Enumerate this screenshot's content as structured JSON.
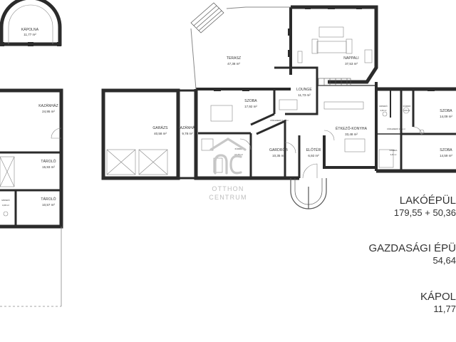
{
  "colors": {
    "wall": "#2b2b2b",
    "text": "#333333",
    "logo": "#c8c8c8",
    "fixture": "#888888"
  },
  "rooms": {
    "kapolna": {
      "name": "KÁPOLNA",
      "area": "11,77 m²"
    },
    "kazanhaz_left": {
      "name": "KAZÁNHÁZ",
      "area": "24,95 m²"
    },
    "tarolo_a": {
      "name": "TÁROLÓ",
      "area": "15,93 m²"
    },
    "tarolo_b": {
      "name": "TÁROLÓ",
      "area": "10,57 m²"
    },
    "mosdo": {
      "name": "MOSDÓ",
      "area": "4,08 m²"
    },
    "terasz": {
      "name": "TERASZ",
      "area": "47,38 m²"
    },
    "nappali": {
      "name": "NAPPALI",
      "area": "37,53 m²"
    },
    "garazs": {
      "name": "GARÁZS",
      "area": "40,58 m²"
    },
    "kazanhaz": {
      "name": "KAZÁNHÁZ",
      "area": "9,78 m²"
    },
    "szoba_1": {
      "name": "SZOBA",
      "area": "17,92 m²"
    },
    "lounge": {
      "name": "LOUNGE",
      "area": "11,73 m²"
    },
    "kozlekedo_1": {
      "name": "KÖZLEKEDŐ 6,71 m²"
    },
    "furdo": {
      "name": "FÜRDŐ",
      "area": "10,25 m²"
    },
    "gardrob": {
      "name": "GARDRÓB",
      "area": "10,35 m²"
    },
    "eloter": {
      "name": "ELŐTÉR",
      "area": "6,92 m²"
    },
    "etkezo": {
      "name": "ÉTKEZŐ-KONYHA",
      "area": "33,48 m²"
    },
    "mosdo_r": {
      "name": "MOSDÓ",
      "area": "2,06 m²"
    },
    "furdo_r": {
      "name": "FÜRDŐ",
      "area": "4,56 m²"
    },
    "kozlekedo_2": {
      "name": "KÖZLEKEDŐ 2,96 m²"
    },
    "szoba_2": {
      "name": "SZOBA",
      "area": "14,09 m²"
    },
    "kamra": {
      "name": "KAMRA",
      "area": "3,46 m²"
    },
    "szoba_3": {
      "name": "SZOBA",
      "area": "14,59 m²"
    }
  },
  "logo": {
    "line1": "OTTHON",
    "line2": "CENTRUM"
  },
  "summary": {
    "lakoepulet": {
      "title": "LAKÓÉPÜL",
      "value": "179,55 + 50,36"
    },
    "gazdasagi": {
      "title": "GAZDASÁGI ÉPÜ",
      "value": "54,64"
    },
    "kapolna": {
      "title": "KÁPOL",
      "value": "11,77"
    }
  }
}
